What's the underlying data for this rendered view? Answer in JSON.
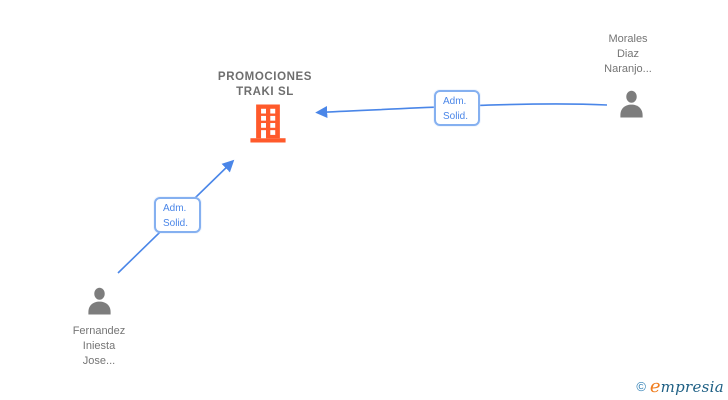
{
  "nodes": {
    "company": {
      "type": "company",
      "lines": [
        "PROMOCIONES",
        "TRAKI SL"
      ]
    },
    "person_top_right": {
      "type": "person",
      "lines": [
        "Morales",
        "Diaz",
        "Naranjo..."
      ]
    },
    "person_bottom_left": {
      "type": "person",
      "lines": [
        "Fernandez",
        "Iniesta",
        "Jose..."
      ]
    }
  },
  "edges": [
    {
      "from": "person_top_right",
      "to": "company",
      "label_lines": [
        "Adm.",
        "Solid."
      ]
    },
    {
      "from": "person_bottom_left",
      "to": "company",
      "label_lines": [
        "Adm.",
        "Solid."
      ]
    }
  ],
  "watermark": {
    "copyright_symbol": "©",
    "brand_initial": "e",
    "brand_rest": "mpresia"
  },
  "colors": {
    "edge_blue": "#4a86e8",
    "edge_label_border": "#85b0f0",
    "edge_label_text": "#4a86e8",
    "company_icon_orange": "#ff5a2b",
    "person_icon_gray": "#7d7d7d",
    "node_text_gray": "#6f6f6f",
    "brand_initial_orange": "#f07d1e",
    "brand_text_teal": "#1d5f84",
    "copyright_teal": "#2e7fb5"
  }
}
